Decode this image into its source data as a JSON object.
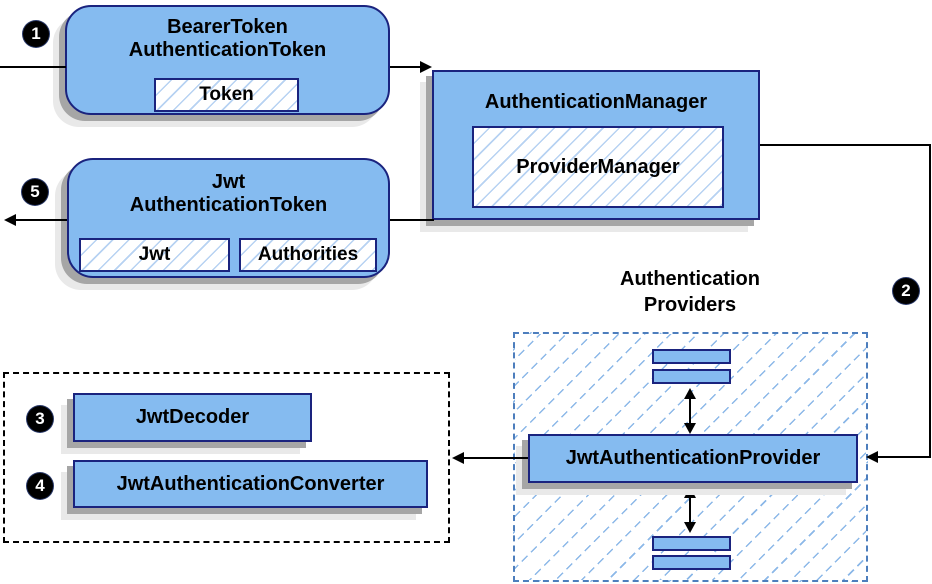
{
  "diagram": {
    "colors": {
      "node_fill": "#85BBF0",
      "node_border": "#1A237E",
      "hatch_line": "#B7D2F2",
      "providers_group_border": "#4D7EBD",
      "edge": "#000000",
      "shadow_dark": "#A6A6A6",
      "shadow_light": "#E9E9E9"
    },
    "badges": {
      "step1": "1",
      "step2": "2",
      "step3": "3",
      "step4": "4",
      "step5": "5"
    },
    "nodes": {
      "bearer_token": {
        "line1": "BearerToken",
        "line2": "AuthenticationToken",
        "child": "Token"
      },
      "authentication_manager": {
        "title": "AuthenticationManager",
        "child": "ProviderManager"
      },
      "jwt_token": {
        "line1": "Jwt",
        "line2": "AuthenticationToken",
        "child1": "Jwt",
        "child2": "Authorities"
      },
      "providers_group": {
        "line1": "Authentication",
        "line2": "Providers"
      },
      "jwt_provider": {
        "title": "JwtAuthenticationProvider"
      },
      "jwt_decoder": {
        "title": "JwtDecoder"
      },
      "jwt_converter": {
        "title": "JwtAuthenticationConverter"
      }
    }
  }
}
